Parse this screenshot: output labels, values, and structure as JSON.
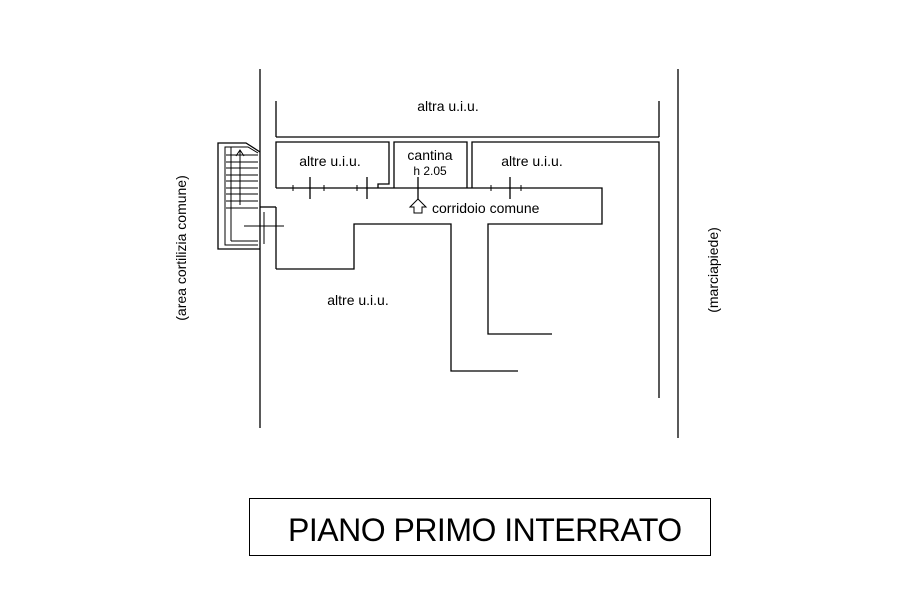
{
  "plan": {
    "title": "PIANO PRIMO INTERRATO",
    "labels": {
      "altra_top": "altra u.i.u.",
      "altre_left": "altre u.i.u.",
      "cantina": "cantina",
      "height": "h 2.05",
      "altre_right": "altre u.i.u.",
      "corridoio": "corridoio comune",
      "altre_bottom": "altre u.i.u.",
      "area_cortilizia": "(area cortilizia comune)",
      "marciapiede": "(marciapiede)"
    }
  }
}
